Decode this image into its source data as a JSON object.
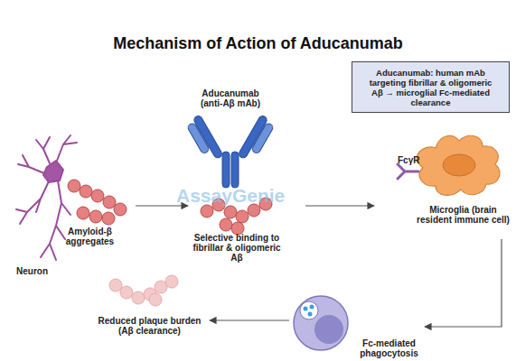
{
  "diagram": {
    "title": "Mechanism of Action of Aducanumab",
    "nodes": [
      {
        "text": [
          "Amyloid-β aggregates",
          "Neuron"
        ]
      },
      {
        "text": [
          "Aducanumab (anti-Aβ mAb)",
          "Selective binding to fibrillar & oligomeric Aβ"
        ]
      },
      {
        "text": [
          "Aducanumab: human mAb targeting fibrillar & oligomeric Aβ → microglial Fc-mediated clearance"
        ]
      },
      {
        "text": [
          "FcγR",
          "Microglia (brain resident immune cell)"
        ]
      },
      {
        "text": [
          "Fc-mediated phagocytosis"
        ]
      },
      {
        "text": [
          "Reduced plaque burden (Aβ clearance)"
        ]
      }
    ],
    "edges": [
      {
        "from": 0,
        "to": 1,
        "arrow": "to"
      },
      {
        "from": 1,
        "to": 3,
        "arrow": "to"
      },
      {
        "from": 3,
        "to": 4,
        "arrow": "to"
      },
      {
        "from": 4,
        "to": 5,
        "arrow": "to"
      }
    ],
    "labels": [
      "AssayGenie"
    ]
  }
}
